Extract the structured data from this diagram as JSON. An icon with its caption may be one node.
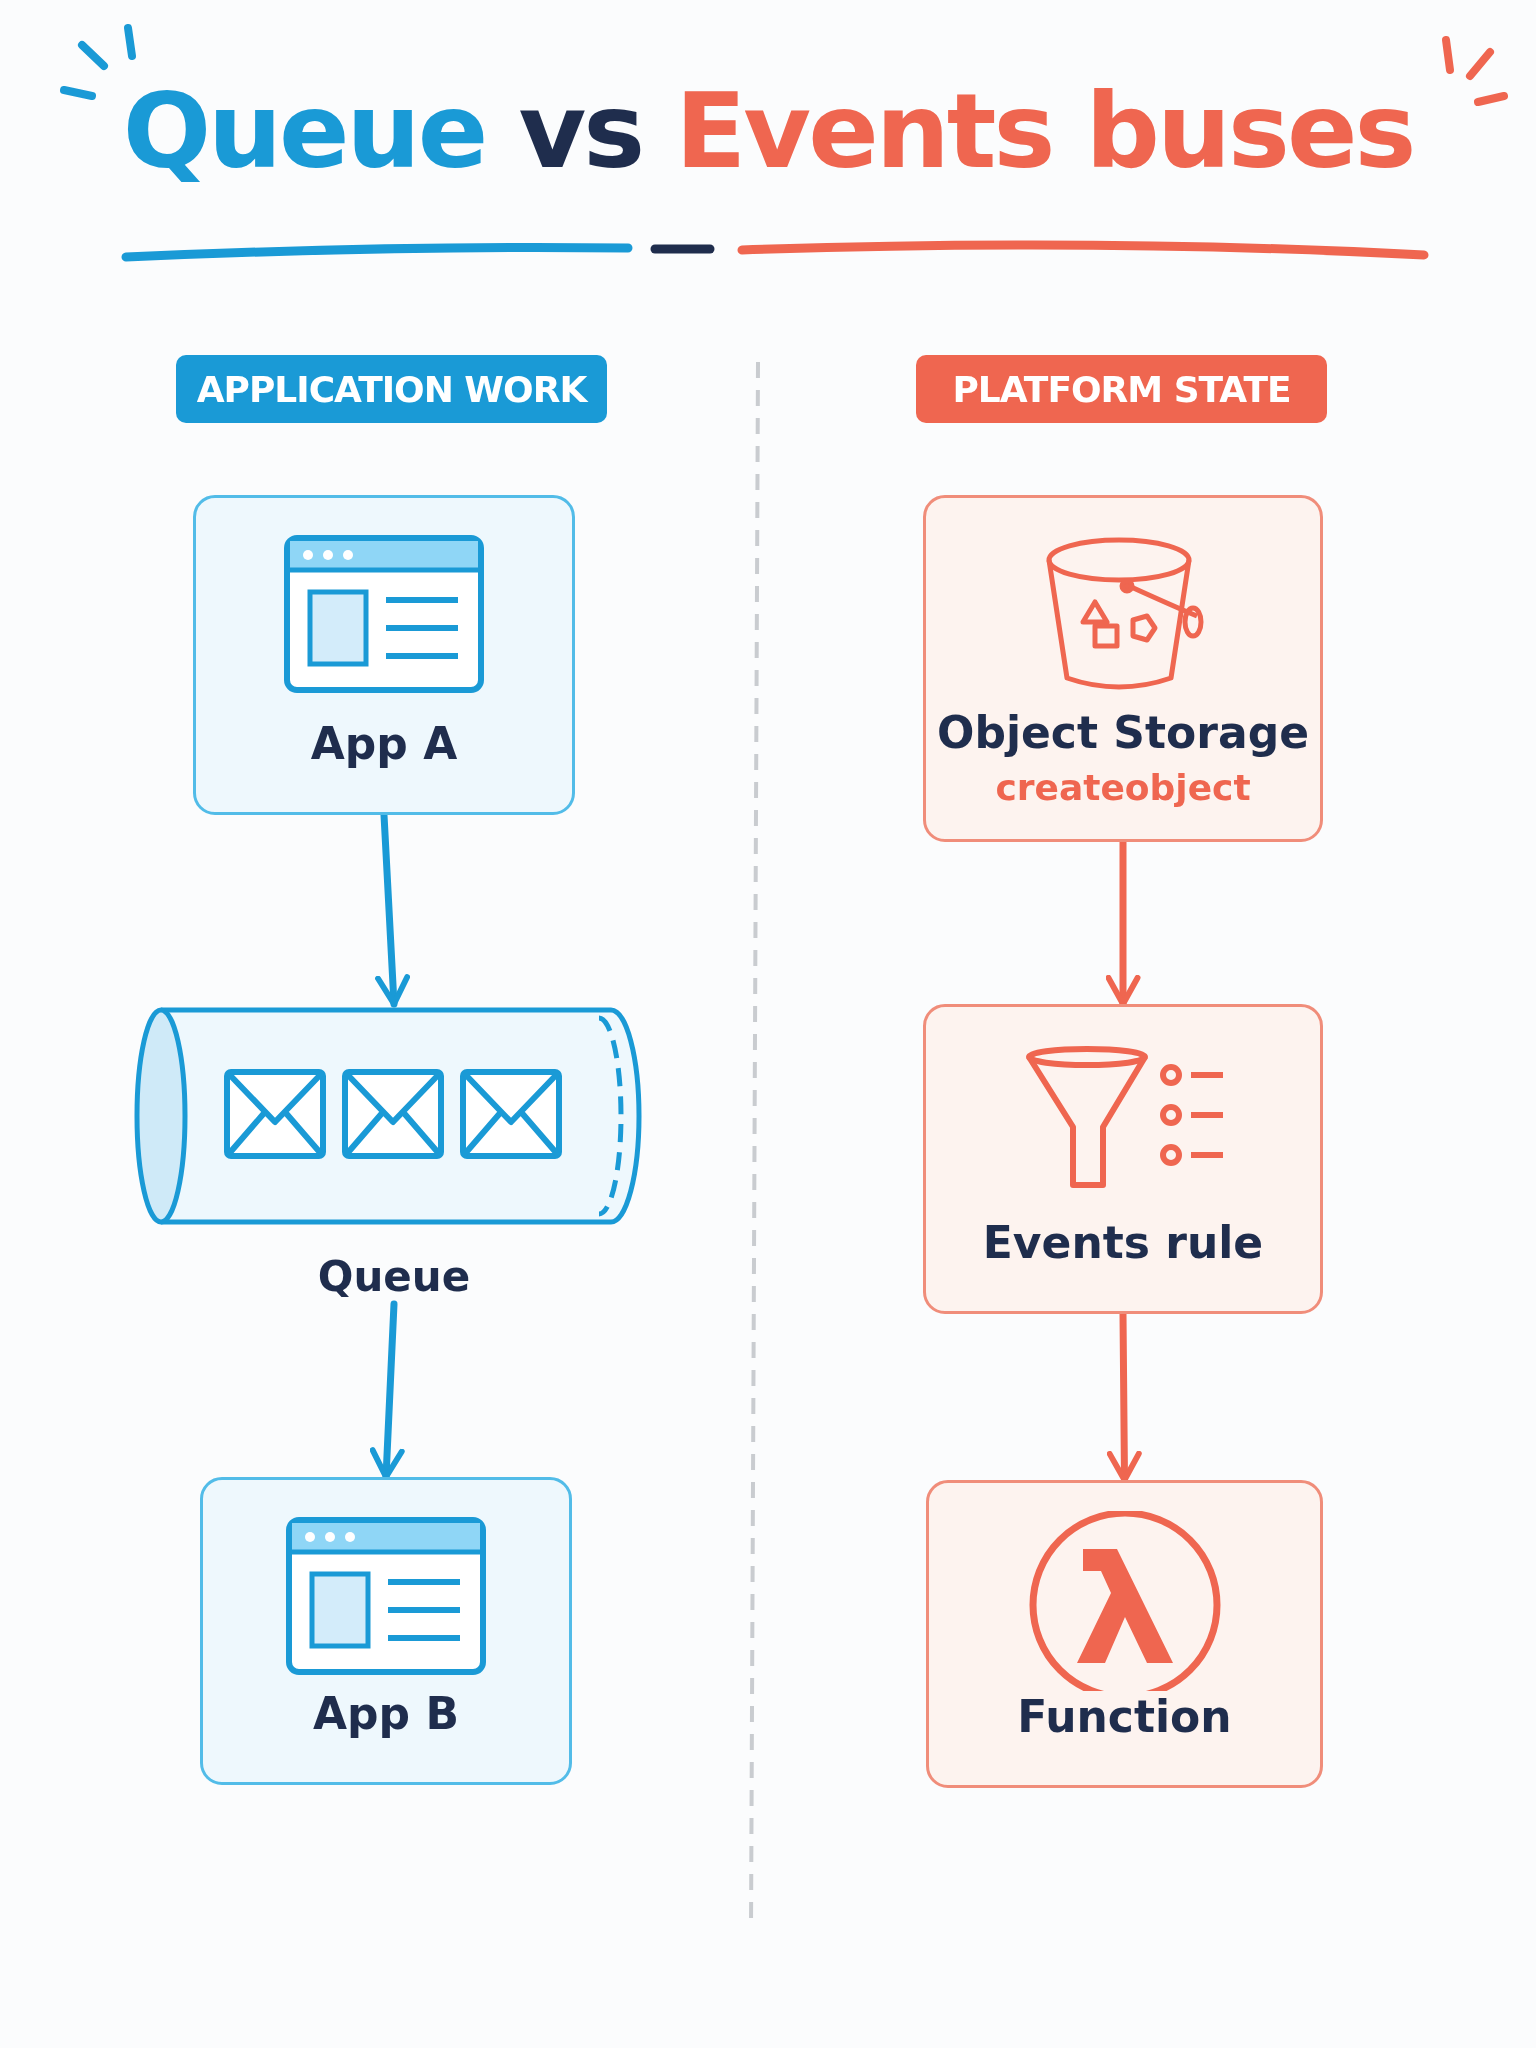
{
  "diagram": {
    "title": "Queue vs Events buses",
    "nodes": [
      {
        "text": [
          "APPLICATION WORK"
        ]
      },
      {
        "text": [
          "App A"
        ]
      },
      {
        "text": [
          "Queue"
        ]
      },
      {
        "text": [
          "App B"
        ]
      },
      {
        "text": [
          "PLATFORM STATE"
        ]
      },
      {
        "text": [
          "Object Storage",
          "createobject"
        ]
      },
      {
        "text": [
          "Events rule"
        ]
      },
      {
        "text": [
          "Function"
        ]
      }
    ],
    "edges": [
      {
        "from": 1,
        "to": 2,
        "arrow": "to",
        "color": "#1a9ad6"
      },
      {
        "from": 2,
        "to": 3,
        "arrow": "to",
        "color": "#1a9ad6"
      },
      {
        "from": 5,
        "to": 6,
        "arrow": "to",
        "color": "#ef6650"
      },
      {
        "from": 6,
        "to": 7,
        "arrow": "to",
        "color": "#ef6650"
      }
    ]
  }
}
